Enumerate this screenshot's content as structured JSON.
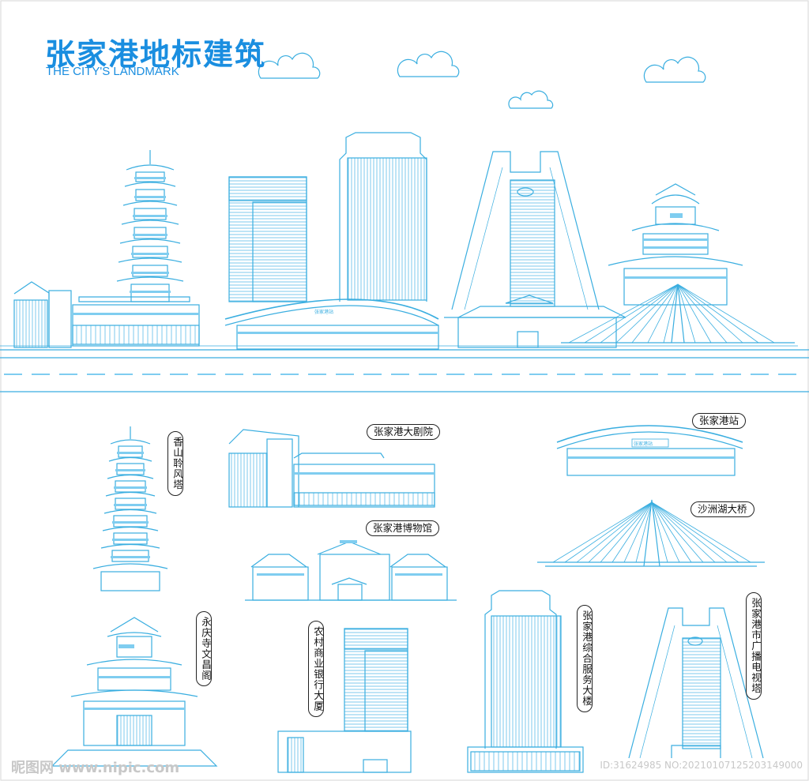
{
  "header": {
    "title": "张家港地标建筑",
    "subtitle": "THE CITY'S LANDMARK"
  },
  "labels": {
    "theatre": "张家港大剧院",
    "station": "张家港站",
    "bridge": "沙洲湖大桥",
    "museum": "张家港博物馆",
    "pagoda": "香山聆风塔",
    "pavilion": "永庆寺文昌阁",
    "bank": "农村商业银行大厦",
    "service": "张家港综合服务大楼",
    "tvtower": "张家港市广播电视塔"
  },
  "watermark": {
    "site": "昵图网 www.nipic.com",
    "id": "ID:31624985 NO:20210107125203149000"
  },
  "colors": {
    "line": "#3aaee0",
    "fill": "#7fcdf0",
    "title": "#1a8ee0",
    "label_border": "#222222"
  }
}
